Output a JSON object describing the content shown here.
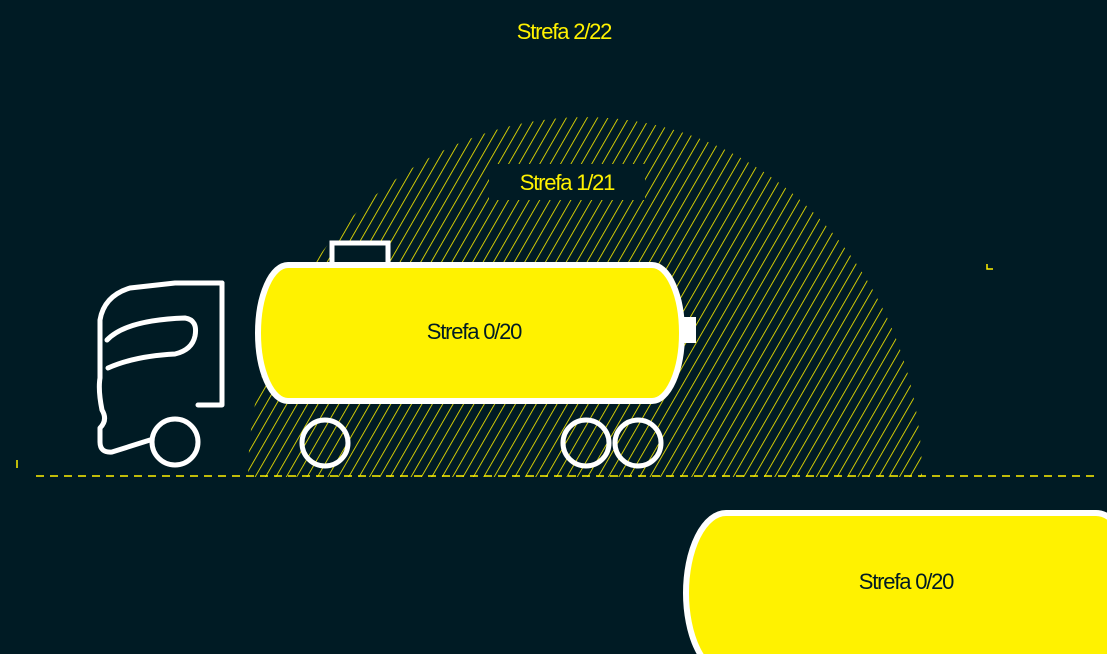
{
  "colors": {
    "background": "#001b24",
    "accent_yellow": "#fff200",
    "outline_white": "#ffffff",
    "text_dark": "#001b24"
  },
  "zones": {
    "zone2": {
      "label": "Strefa 2/22"
    },
    "zone1": {
      "label": "Strefa 1/21"
    },
    "zone0_tank": {
      "label": "Strefa 0/20"
    },
    "zone0_secondary": {
      "label": "Strefa 0/20"
    }
  },
  "icons": {
    "truck": "truck-cab-icon",
    "tank": "tank-trailer-icon"
  }
}
